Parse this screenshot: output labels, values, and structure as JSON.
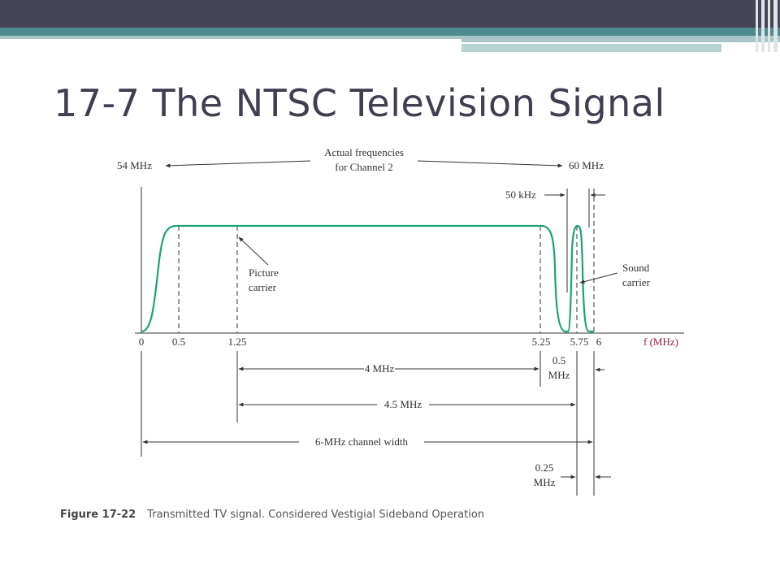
{
  "slide": {
    "title": "17-7 The NTSC Television Signal"
  },
  "diagram": {
    "top_label_left": "54 MHz",
    "top_label_right": "60 MHz",
    "top_label_center_line1": "Actual frequencies",
    "top_label_center_line2": "for Channel 2",
    "spacing_label": "50 kHz",
    "picture_carrier_line1": "Picture",
    "picture_carrier_line2": "carrier",
    "sound_carrier_line1": "Sound",
    "sound_carrier_line2": "carrier",
    "axis_label": "f (MHz)",
    "axis_ticks": [
      "0",
      "0.5",
      "1.25",
      "5.25",
      "5.75",
      "6"
    ],
    "dim_4mhz": "4 MHz",
    "dim_05_line1": "0.5",
    "dim_05_line2": "MHz",
    "dim_45mhz": "4.5 MHz",
    "dim_channel": "6-MHz channel width",
    "dim_025_line1": "0.25",
    "dim_025_line2": "MHz",
    "colors": {
      "curve": "#1aa37a",
      "axis_label": "#9b1c4a"
    }
  },
  "caption": {
    "figure_number": "Figure 17-22",
    "text": "Transmitted TV signal.  Considered Vestigial Sideband Operation"
  }
}
